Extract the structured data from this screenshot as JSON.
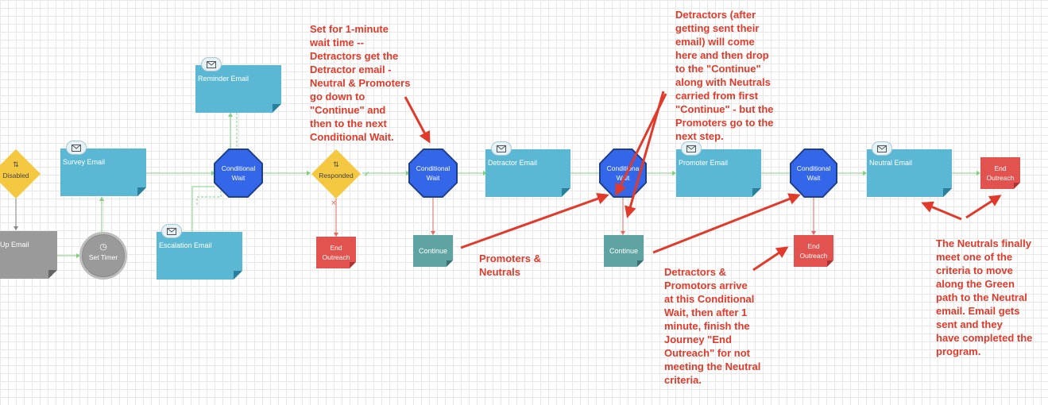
{
  "nodes": {
    "disabled_decision": "Disabled",
    "followup_email": "Up Email",
    "set_timer": "Set Timer",
    "survey_email": "Survey Email",
    "reminder_email": "Reminder Email",
    "escalation_email": "Escalation Email",
    "wait_1": "Conditional\nWait",
    "responded_decision": "Responded",
    "end_outreach_1": "End\nOutreach",
    "wait_2": "Conditional\nWait",
    "continue_1": "Continue",
    "detractor_email": "Detractor Email",
    "wait_3": "Conditiona\nWait",
    "continue_2": "Continue",
    "promoter_email": "Promoter Email",
    "wait_4": "Conditional\nWait",
    "end_outreach_2": "End\nOutreach",
    "neutral_email": "Neutral Email",
    "end_outreach_3": "End\nOutreach"
  },
  "icons": {
    "email": "envelope-icon",
    "decision": "split-arrows-icon",
    "timer": "clock-icon"
  },
  "colors": {
    "email": "#5bb8d4",
    "wait": "#3366e8",
    "decision": "#f5c842",
    "end": "#e2524e",
    "continue": "#5fa4a2",
    "disabled": "#9a9a9a",
    "connector_green": "#7fd07f",
    "connector_red": "#e26a5e",
    "annotation": "#e23a2a"
  },
  "annotations": {
    "a1": "Set for 1-minute\nwait time --\nDetractors get the\nDetractor email -\nNeutral & Promoters\ngo down to\n\"Continue\" and\nthen to the next\nConditional Wait.",
    "a2": "Detractors (after\ngetting sent their\nemail) will come\nhere and then drop\nto the \"Continue\"\nalong with Neutrals\ncarried from first\n\"Continue\" - but the\nPromoters go to the\nnext step.",
    "a3": "Promoters &\nNeutrals",
    "a4": "Detractors &\nPromotors arrive\nat this Conditional\nWait, then after 1\nminute, finish the\nJourney \"End\nOutreach\" for not\nmeeting the Neutral\ncriteria.",
    "a5": "The Neutrals finally\nmeet one of the\ncriteria to move\nalong the Green\npath to the Neutral\nemail.  Email gets\nsent and they\nhave completed the\nprogram."
  }
}
